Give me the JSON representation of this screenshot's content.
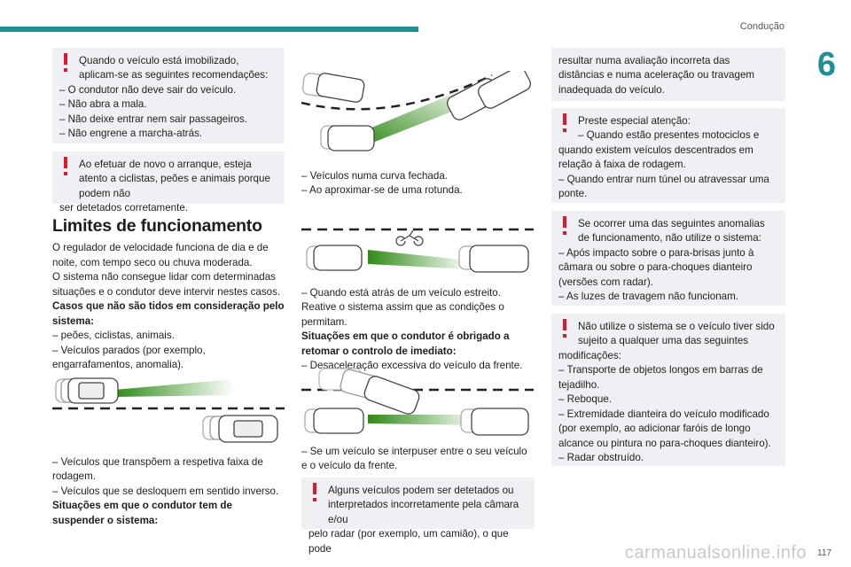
{
  "header": {
    "section": "Condução",
    "chapter": "6"
  },
  "col1": {
    "warn1": {
      "first": "Quando o veículo está imobilizado, aplicam-se as seguintes recomendações:",
      "items": [
        "–  O condutor não deve sair do veículo.",
        "–  Não abra a mala.",
        "–  Não deixe entrar nem sair passageiros.",
        "–  Não engrene a marcha-atrás."
      ]
    },
    "warn2": {
      "first": "Ao efetuar de novo o arranque, esteja atento a ciclistas, peões e animais porque podem não",
      "rest": "ser detetados corretamente."
    },
    "title": "Limites de funcionamento",
    "p1": "O regulador de velocidade funciona de dia e de noite, com tempo seco ou chuva moderada.",
    "p2": "O sistema não consegue lidar com determinadas situações e o condutor deve intervir nestes casos.",
    "bold1": "Casos que não são tidos em consideração pelo sistema:",
    "list1": [
      "–  peões, ciclistas, animais.",
      "–  Veículos parados (por exemplo, engarrafamentos, anomalia)."
    ],
    "list2": [
      "–  Veículos que transpõem a respetiva faixa de rodagem.",
      "–  Veículos que se desloquem em sentido inverso."
    ],
    "bold2": "Situações em que o condutor tem de suspender o sistema:"
  },
  "col2": {
    "list1": [
      "–  Veículos numa curva fechada.",
      "–  Ao aproximar-se de uma rotunda."
    ],
    "list2": [
      "–  Quando está atrás de um veículo estreito."
    ],
    "p1": "Reative o sistema assim que as condições o permitam.",
    "bold1": "Situações em que o condutor é obrigado a retomar o controlo de imediato:",
    "list3": [
      "–  Desaceleração excessiva do veículo da frente."
    ],
    "list4": [
      "–  Se um veículo se interpuser entre o seu veículo e o veículo da frente."
    ],
    "warn": {
      "first": "Alguns veículos podem ser detetados ou interpretados incorretamente pela câmara e/ou",
      "rest": "pelo radar (por exemplo, um camião), o que pode"
    }
  },
  "col3": {
    "cont": "resultar numa avaliação incorreta das distâncias e numa aceleração ou travagem inadequada do veículo.",
    "warn1": {
      "first": "Preste especial atenção:\n–  Quando estão presentes motociclos e",
      "rest": "quando existem veículos descentrados em relação à faixa de rodagem.",
      "items": [
        "–  Quando entrar num túnel ou atravessar uma ponte."
      ]
    },
    "warn2": {
      "first": "Se ocorrer uma das seguintes anomalias de funcionamento, não utilize o sistema:",
      "items": [
        "–  Após impacto sobre o para-brisas junto à câmara ou sobre o para-choques dianteiro (versões com radar).",
        "–  As luzes de travagem não funcionam."
      ]
    },
    "warn3": {
      "first": "Não utilize o sistema se o veículo tiver sido sujeito a qualquer uma das seguintes",
      "rest": "modificações:",
      "items": [
        "–  Transporte de objetos longos em barras de tejadilho.",
        "–  Reboque.",
        "–  Extremidade dianteira do veículo modificado (por exemplo, ao adicionar faróis de longo alcance ou pintura no para-choques dianteiro).",
        "–  Radar obstruído."
      ]
    }
  },
  "footer": {
    "page": "117",
    "watermark": "carmanualsonline.info"
  }
}
